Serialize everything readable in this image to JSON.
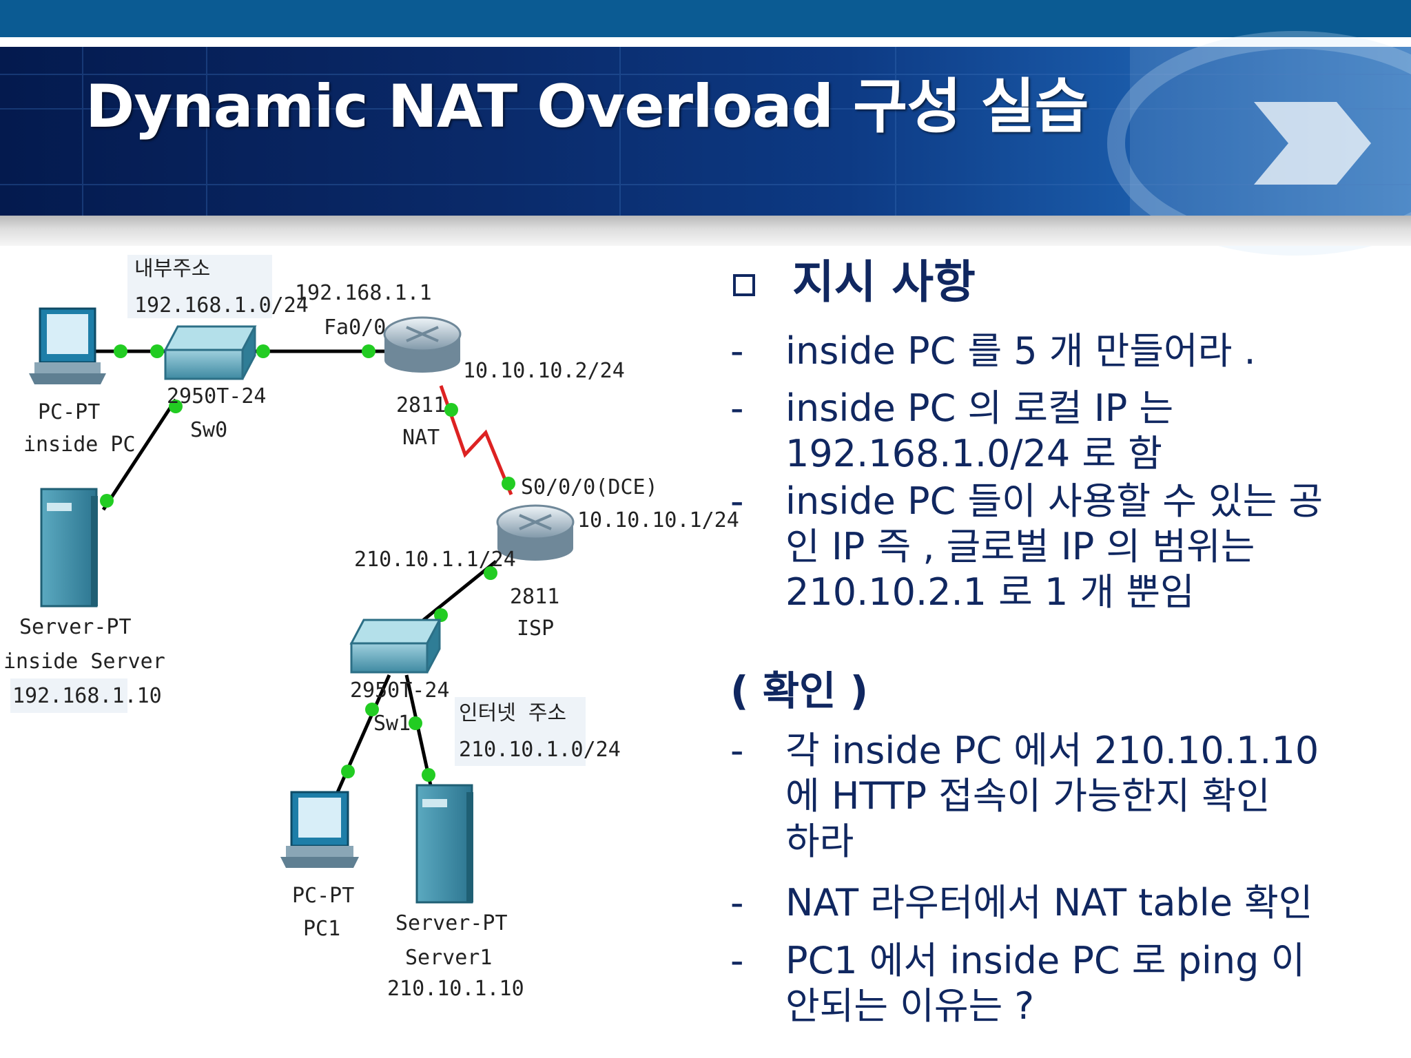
{
  "title": "Dynamic NAT Overload 구성 실습",
  "diagram": {
    "inside_addr_title": "내부주소",
    "inside_addr_net": "192.168.1.0/24",
    "nat_fa_ip": "192.168.1.1",
    "nat_fa_if": "Fa0/0",
    "nat_s0_ip": "10.10.10.2/24",
    "nat_model": "2811",
    "nat_name": "NAT",
    "sw0_model": "2950T-24",
    "sw0_name": "Sw0",
    "pc0_type": "PC-PT",
    "pc0_name": "inside PC",
    "srv0_type": "Server-PT",
    "srv0_name": "inside Server",
    "srv0_ip": "192.168.1.10",
    "isp_s0_if": "S0/0/0(DCE)",
    "isp_s0_ip": "10.10.10.1/24",
    "isp_fa_ip": "210.10.1.1/24",
    "isp_model": "2811",
    "isp_name": "ISP",
    "sw1_model": "2950T-24",
    "sw1_name": "Sw1",
    "internet_addr_title": "인터넷 주소",
    "internet_addr_net": "210.10.1.0/24",
    "pc1_type": "PC-PT",
    "pc1_name": "PC1",
    "srv1_type": "Server-PT",
    "srv1_name": "Server1",
    "srv1_ip": "210.10.1.10"
  },
  "instructions": {
    "heading": "지시 사항",
    "bullet": "-",
    "items": [
      [
        "inside PC 를  5 개 만들어라 ."
      ],
      [
        "inside PC 의 로컬  IP 는",
        "192.168.1.0/24 로 함"
      ],
      [
        "inside PC 들이 사용할 수 있는 공",
        "인  IP  즉 ,  글로벌  IP 의 범위는",
        "210.10.2.1 로   1 개 뿐임"
      ]
    ],
    "confirm_heading": "( 확인 )",
    "confirm_items": [
      [
        "각  inside PC 에서  210.10.1.10",
        "에  HTTP  접속이 가능한지 확인",
        "하라"
      ],
      [
        "NAT 라우터에서  NAT table  확인"
      ],
      [
        "PC1 에서  inside PC 로  ping 이",
        "안되는 이유는 ?"
      ]
    ]
  },
  "colors": {
    "topbar": "#0b5b93",
    "banner_dark": "#041a4e",
    "text_blue": "#102760",
    "link_green": "#22cc22",
    "serial_red": "#dd2222"
  }
}
